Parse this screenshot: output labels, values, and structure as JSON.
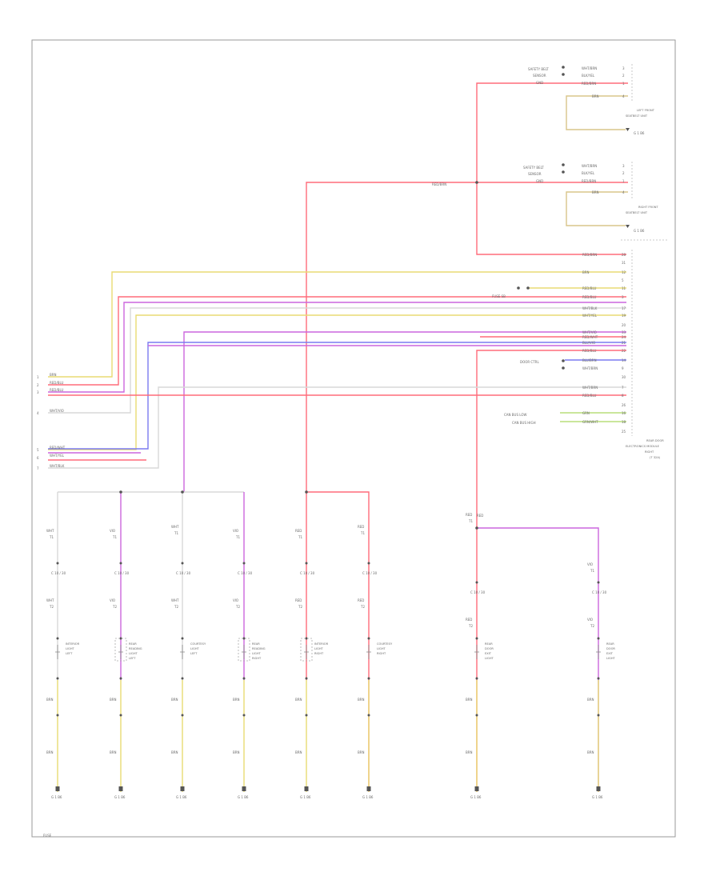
{
  "colors": {
    "red": "#ff6b7a",
    "yellow": "#e8dc73",
    "tan": "#d9c58a",
    "violet": "#cc66dd",
    "blue": "#7a7af0",
    "green": "#b8dd7a",
    "white": "#d8d8d8",
    "black": "#666666"
  },
  "unit1": {
    "rows": [
      "3",
      "2",
      "1",
      "4"
    ],
    "codes": [
      "WHT/BRN",
      "BLK/YEL",
      "RED/BRN",
      "BRN"
    ],
    "lbl1": "SAFETY BELT",
    "lbl2": "SENSOR",
    "lbl3": "GND",
    "name1": "LEFT FRONT",
    "name2": "SEATBELT UNIT",
    "ground": "G 1 B6"
  },
  "unit2": {
    "rows": [
      "3",
      "2",
      "1",
      "4"
    ],
    "codes": [
      "WHT/BRN",
      "BLK/YEL",
      "RED/BRN",
      "BRN"
    ],
    "lbl1": "SAFETY BELT",
    "lbl2": "SENSOR",
    "lbl3": "GND",
    "name1": "RIGHT FRONT",
    "name2": "SEATBELT UNIT",
    "ground": "G 1 B6"
  },
  "trunk_label": "RED/BRN",
  "module": {
    "rows": [
      {
        "pin": "28",
        "code": "RED/BRN"
      },
      {
        "pin": "31",
        "code": ""
      },
      {
        "pin": "12",
        "code": "BRN"
      },
      {
        "pin": "5",
        "code": ""
      },
      {
        "pin": "11",
        "code": "RED/BLU"
      },
      {
        "pin": "3",
        "code": "RED/BLU"
      },
      {
        "pin": "17",
        "code": "WHT/BLK"
      },
      {
        "pin": "19",
        "code": "WHT/YEL"
      },
      {
        "pin": "20",
        "code": ""
      },
      {
        "pin": "33",
        "code": "WHT/VIO"
      },
      {
        "pin": "24",
        "code": "RED/WHT"
      },
      {
        "pin": "21",
        "code": "BLU/VIO"
      },
      {
        "pin": "22",
        "code": "RED/BLU"
      },
      {
        "pin": "14",
        "code": "BLU/BRN"
      },
      {
        "pin": "9",
        "code": "WHT/BRN"
      },
      {
        "pin": "30",
        "code": ""
      },
      {
        "pin": "7",
        "code": "WHT/BRN"
      },
      {
        "pin": "8",
        "code": "RED/BLU"
      },
      {
        "pin": "26",
        "code": ""
      },
      {
        "pin": "16",
        "code": "GRN"
      },
      {
        "pin": "18",
        "code": "GRN/WHT"
      },
      {
        "pin": "25",
        "code": ""
      }
    ],
    "ref_label": "FUSE SB",
    "door_label": "DOOR CTRL",
    "diag1": "CAN BUS LOW",
    "diag2": "CAN BUS HIGH",
    "name1": "REAR DOOR",
    "name2": "ELECTRONICS MODULE",
    "name3": "RIGHT",
    "name4": "(T 32A)"
  },
  "left_connectors": [
    {
      "pin": "1",
      "code": "BRN"
    },
    {
      "pin": "2",
      "code": "RED/BLU"
    },
    {
      "pin": "3",
      "code": "RED/BLU"
    },
    {
      "pin": "4",
      "code": "WHT/VIO"
    },
    {
      "pin": "5",
      "code": "RED/WHT"
    },
    {
      "pin": "6",
      "code": "WHT/YEL"
    },
    {
      "pin": "7",
      "code": "WHT/BLK"
    }
  ],
  "lamps": [
    {
      "wire_top": "WHT",
      "pin_top": "T1",
      "conn": "C 10 / 30",
      "wire_mid": "WHT",
      "pin_mid": "T2",
      "name1": "INTERIOR",
      "name2": "LIGHT",
      "name3": "LEFT",
      "name4": "",
      "w1": "BRN",
      "w2": "BRN",
      "ground": "G 1 B6"
    },
    {
      "wire_top": "VIO",
      "pin_top": "T1",
      "conn": "C 10 / 30",
      "wire_mid": "VIO",
      "pin_mid": "T2",
      "name1": "REAR",
      "name2": "READING",
      "name3": "LIGHT",
      "name4": "LEFT",
      "w1": "BRN",
      "w2": "BRN",
      "ground": "G 1 B6"
    },
    {
      "wire_top": "WHT",
      "pin_top": "T1",
      "conn": "C 10 / 30",
      "wire_mid": "WHT",
      "pin_mid": "T2",
      "name1": "COURTESY",
      "name2": "LIGHT",
      "name3": "LEFT",
      "name4": "",
      "w1": "BRN",
      "w2": "BRN",
      "ground": "G 1 B6"
    },
    {
      "wire_top": "VIO",
      "pin_top": "T1",
      "conn": "C 10 / 30",
      "wire_mid": "VIO",
      "pin_mid": "T2",
      "name1": "REAR",
      "name2": "READING",
      "name3": "LIGHT",
      "name4": "RIGHT",
      "w1": "BRN",
      "w2": "BRN",
      "ground": "G 1 B6"
    },
    {
      "wire_top": "RED",
      "pin_top": "T1",
      "conn": "C 10 / 30",
      "wire_mid": "RED",
      "pin_mid": "T2",
      "name1": "INTERIOR",
      "name2": "LIGHT",
      "name3": "RIGHT",
      "name4": "",
      "w1": "BRN",
      "w2": "BRN",
      "ground": "G 1 B6"
    },
    {
      "wire_top": "RED",
      "pin_top": "T1",
      "conn": "C 10 / 30",
      "wire_mid": "RED",
      "pin_mid": "T2",
      "name1": "COURTESY",
      "name2": "LIGHT",
      "name3": "RIGHT",
      "name4": "",
      "w1": "BRN",
      "w2": "BRN",
      "ground": "G 1 B6"
    },
    {
      "wire_top": "RED",
      "pin_top": "T1",
      "conn": "C 10 / 30",
      "wire_mid": "RED",
      "pin_mid": "T2",
      "name1": "REAR",
      "name2": "DOOR",
      "name3": "EXIT",
      "name4": "LIGHT",
      "w1": "BRN",
      "w2": "BRN",
      "ground": "G 1 B6"
    },
    {
      "wire_top": "VIO",
      "pin_top": "T1",
      "conn": "C 10 / 30",
      "wire_mid": "VIO",
      "pin_mid": "T2",
      "name1": "REAR",
      "name2": "DOOR",
      "name3": "EXIT",
      "name4": "LIGHT",
      "w1": "BRN",
      "w2": "BRN",
      "ground": "G 1 B6"
    }
  ],
  "mid_label": "RED",
  "page_label": "FUSE"
}
